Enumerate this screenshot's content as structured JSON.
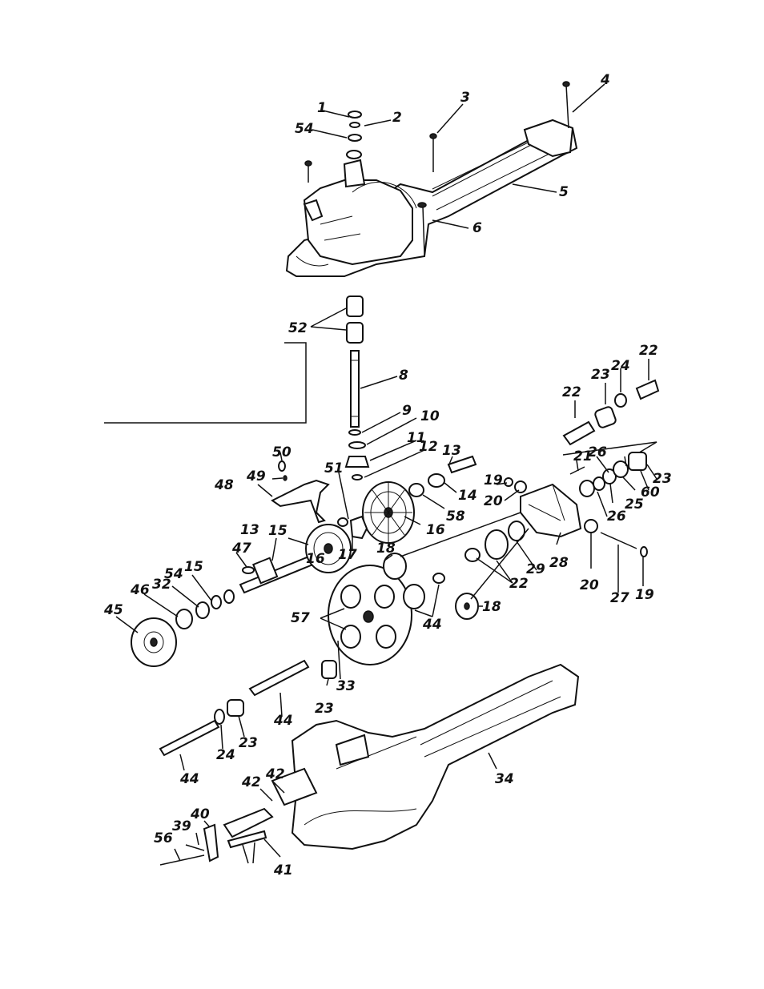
{
  "labels": {
    "l1": "1",
    "l2": "2",
    "l3": "3",
    "l4": "4",
    "l5": "5",
    "l6": "6",
    "l54a": "54",
    "l52": "52",
    "l8": "8",
    "l9": "9",
    "l10": "10",
    "l11": "11",
    "l12": "12",
    "l13a": "13",
    "l14": "14",
    "l58": "58",
    "l16a": "16",
    "l50": "50",
    "l49": "49",
    "l48": "48",
    "l51": "51",
    "l17": "17",
    "l13b": "13",
    "l15a": "15",
    "l16b": "16",
    "l47": "47",
    "l54b": "54",
    "l15b": "15",
    "l32": "32",
    "l46": "46",
    "l45": "45",
    "l18a": "18",
    "l57": "57",
    "l33": "33",
    "l23a": "23",
    "l44a": "44",
    "l18b": "18",
    "l22a": "22",
    "l29": "29",
    "l28": "28",
    "l20a": "20",
    "l19a": "19",
    "l20b": "20",
    "l21": "21",
    "l22b": "22",
    "l23b": "23",
    "l24a": "24",
    "l22c": "22",
    "l26a": "26",
    "l23c": "23",
    "l60": "60",
    "l25": "25",
    "l26b": "26",
    "l20c": "20",
    "l27": "27",
    "l19b": "19",
    "l44b": "44",
    "l44c": "44",
    "l24b": "24",
    "l23d": "23",
    "l34": "34",
    "l42a": "42",
    "l42b": "42",
    "l40": "40",
    "l39": "39",
    "l56": "56",
    "l41": "41"
  }
}
